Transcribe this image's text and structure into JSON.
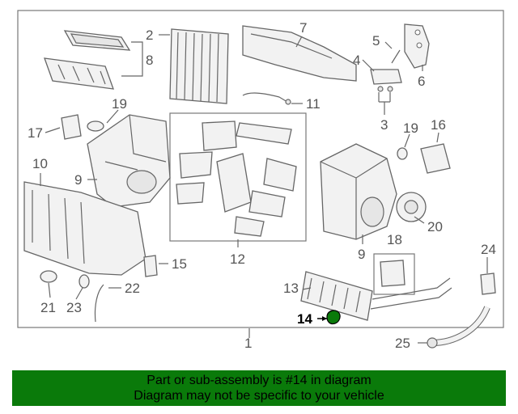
{
  "labels": {
    "l1": "1",
    "l2": "2",
    "l3": "3",
    "l4": "4",
    "l5": "5",
    "l6": "6",
    "l7": "7",
    "l8": "8",
    "l9a": "9",
    "l9b": "9",
    "l10": "10",
    "l11": "11",
    "l12": "12",
    "l13": "13",
    "l14": "14",
    "l15": "15",
    "l16": "16",
    "l17": "17",
    "l18": "18",
    "l19a": "19",
    "l19b": "19",
    "l20": "20",
    "l21": "21",
    "l22": "22",
    "l23": "23",
    "l24": "24",
    "l25": "25"
  },
  "highlight_color": "#0a7a0a",
  "banner": {
    "line1": "Part or sub-assembly is #14 in diagram",
    "line2": "Diagram may not be specific to your vehicle"
  }
}
